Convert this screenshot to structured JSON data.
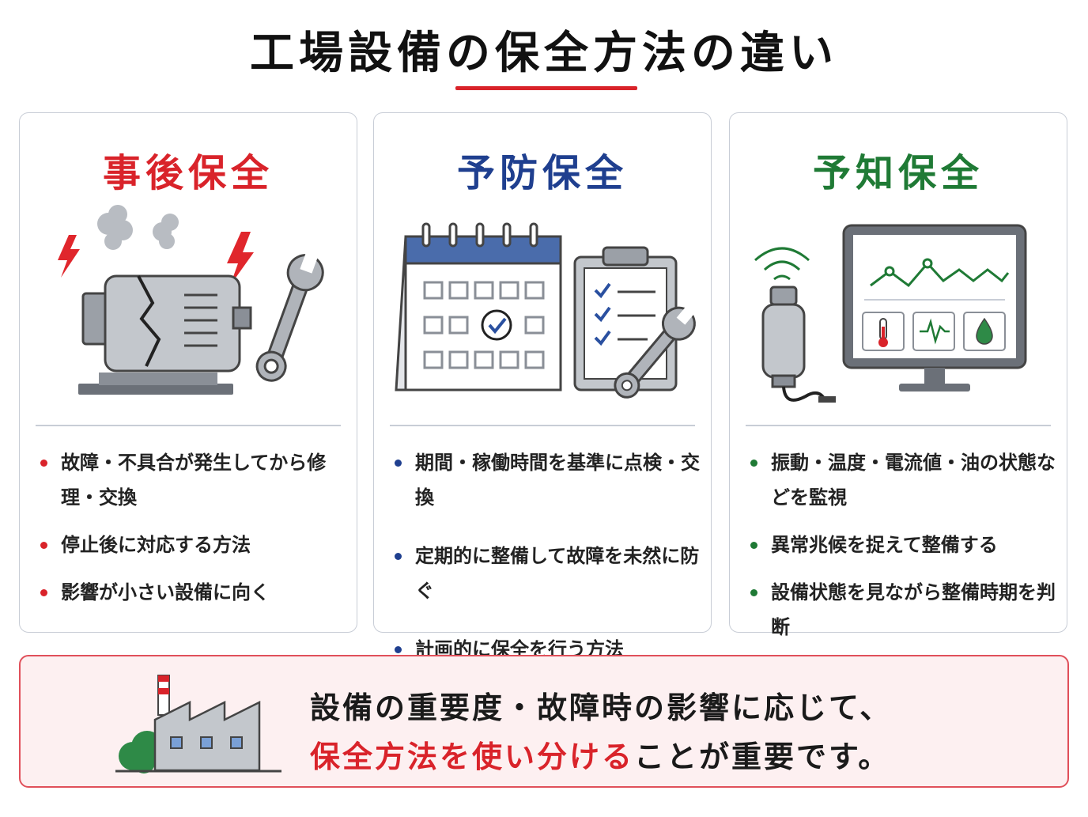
{
  "title": "工場設備の保全方法の違い",
  "colors": {
    "accent_red": "#d9232a",
    "accent_blue": "#1f3f8f",
    "accent_green": "#1f7a35",
    "card_border": "#c8cdd6",
    "bottom_bg": "#fdf0f1"
  },
  "cards": [
    {
      "title": "事後保全",
      "icon": "broken-motor-wrench-icon",
      "bullets": [
        "故障・不具合が発生してから修理・交換",
        "停止後に対応する方法",
        "影響が小さい設備に向く"
      ]
    },
    {
      "title": "予防保全",
      "icon": "calendar-checklist-icon",
      "bullets": [
        "期間・稼働時間を基準に点検・交換",
        "定期的に整備して故障を未然に防ぐ",
        "計画的に保全を行う方法"
      ]
    },
    {
      "title": "予知保全",
      "icon": "sensor-monitor-icon",
      "bullets": [
        "振動・温度・電流値・油の状態などを監視",
        "異常兆候を捉えて整備する",
        "設備状態を見ながら整備時期を判断"
      ]
    }
  ],
  "summary": {
    "icon": "factory-icon",
    "line1": "設備の重要度・故障時の影響に応じて、",
    "line2_emphasis": "保全方法を使い分ける",
    "line2_rest": "ことが重要です。"
  }
}
